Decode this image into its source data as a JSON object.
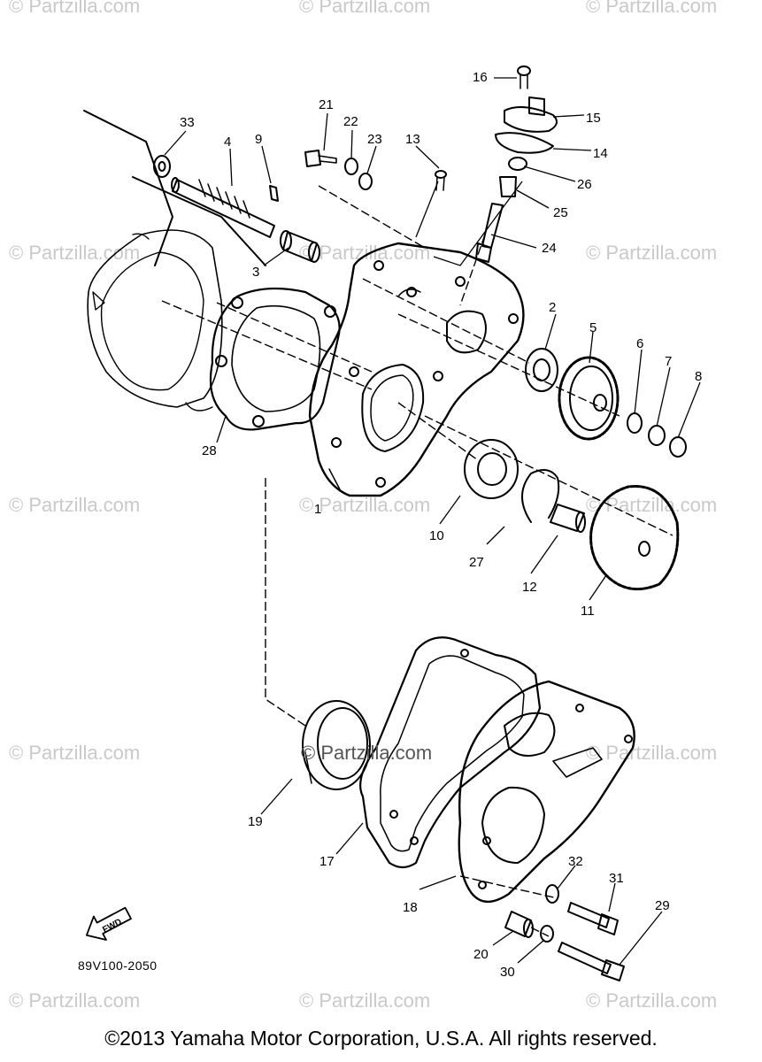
{
  "watermark": "© Partzilla.com",
  "center_watermark": "© Partzilla.com",
  "diagram_code": "89V100-2050",
  "fwd_label": "FWD",
  "copyright": "©2013 Yamaha Motor Corporation, U.S.A. All rights reserved.",
  "part_numbers": [
    "1",
    "2",
    "3",
    "4",
    "5",
    "6",
    "7",
    "8",
    "9",
    "10",
    "11",
    "12",
    "13",
    "14",
    "15",
    "16",
    "17",
    "18",
    "19",
    "20",
    "21",
    "22",
    "23",
    "24",
    "25",
    "26",
    "27",
    "28",
    "29",
    "30",
    "31",
    "32",
    "33"
  ]
}
